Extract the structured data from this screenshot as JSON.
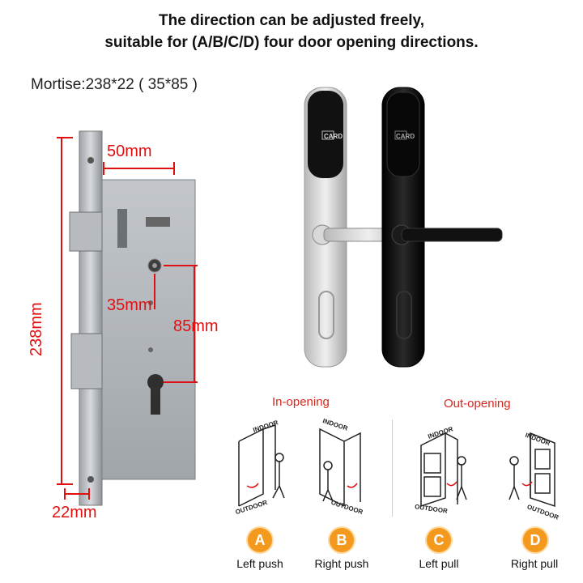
{
  "headline": {
    "line1": "The direction can be adjusted freely,",
    "line2": "suitable for (A/B/C/D) four door opening directions."
  },
  "mortise": {
    "title": "Mortise:238*22 ( 35*85 )",
    "dim_width_top": "50mm",
    "dim_height": "238mm",
    "dim_backset": "35mm",
    "dim_center": "85mm",
    "dim_thickness": "22mm"
  },
  "handles": {
    "card_text": "CARD",
    "silver_color": "#c9c9c9",
    "black_color": "#121212"
  },
  "opening": {
    "in_label": "In-opening",
    "out_label": "Out-opening",
    "indoor": "INDOOR",
    "outdoor": "OUTDOOR",
    "accent": "#f39a1e",
    "options": [
      {
        "letter": "A",
        "caption": "Left push"
      },
      {
        "letter": "B",
        "caption": "Right push"
      },
      {
        "letter": "C",
        "caption": "Left pull"
      },
      {
        "letter": "D",
        "caption": "Right pull"
      }
    ]
  }
}
